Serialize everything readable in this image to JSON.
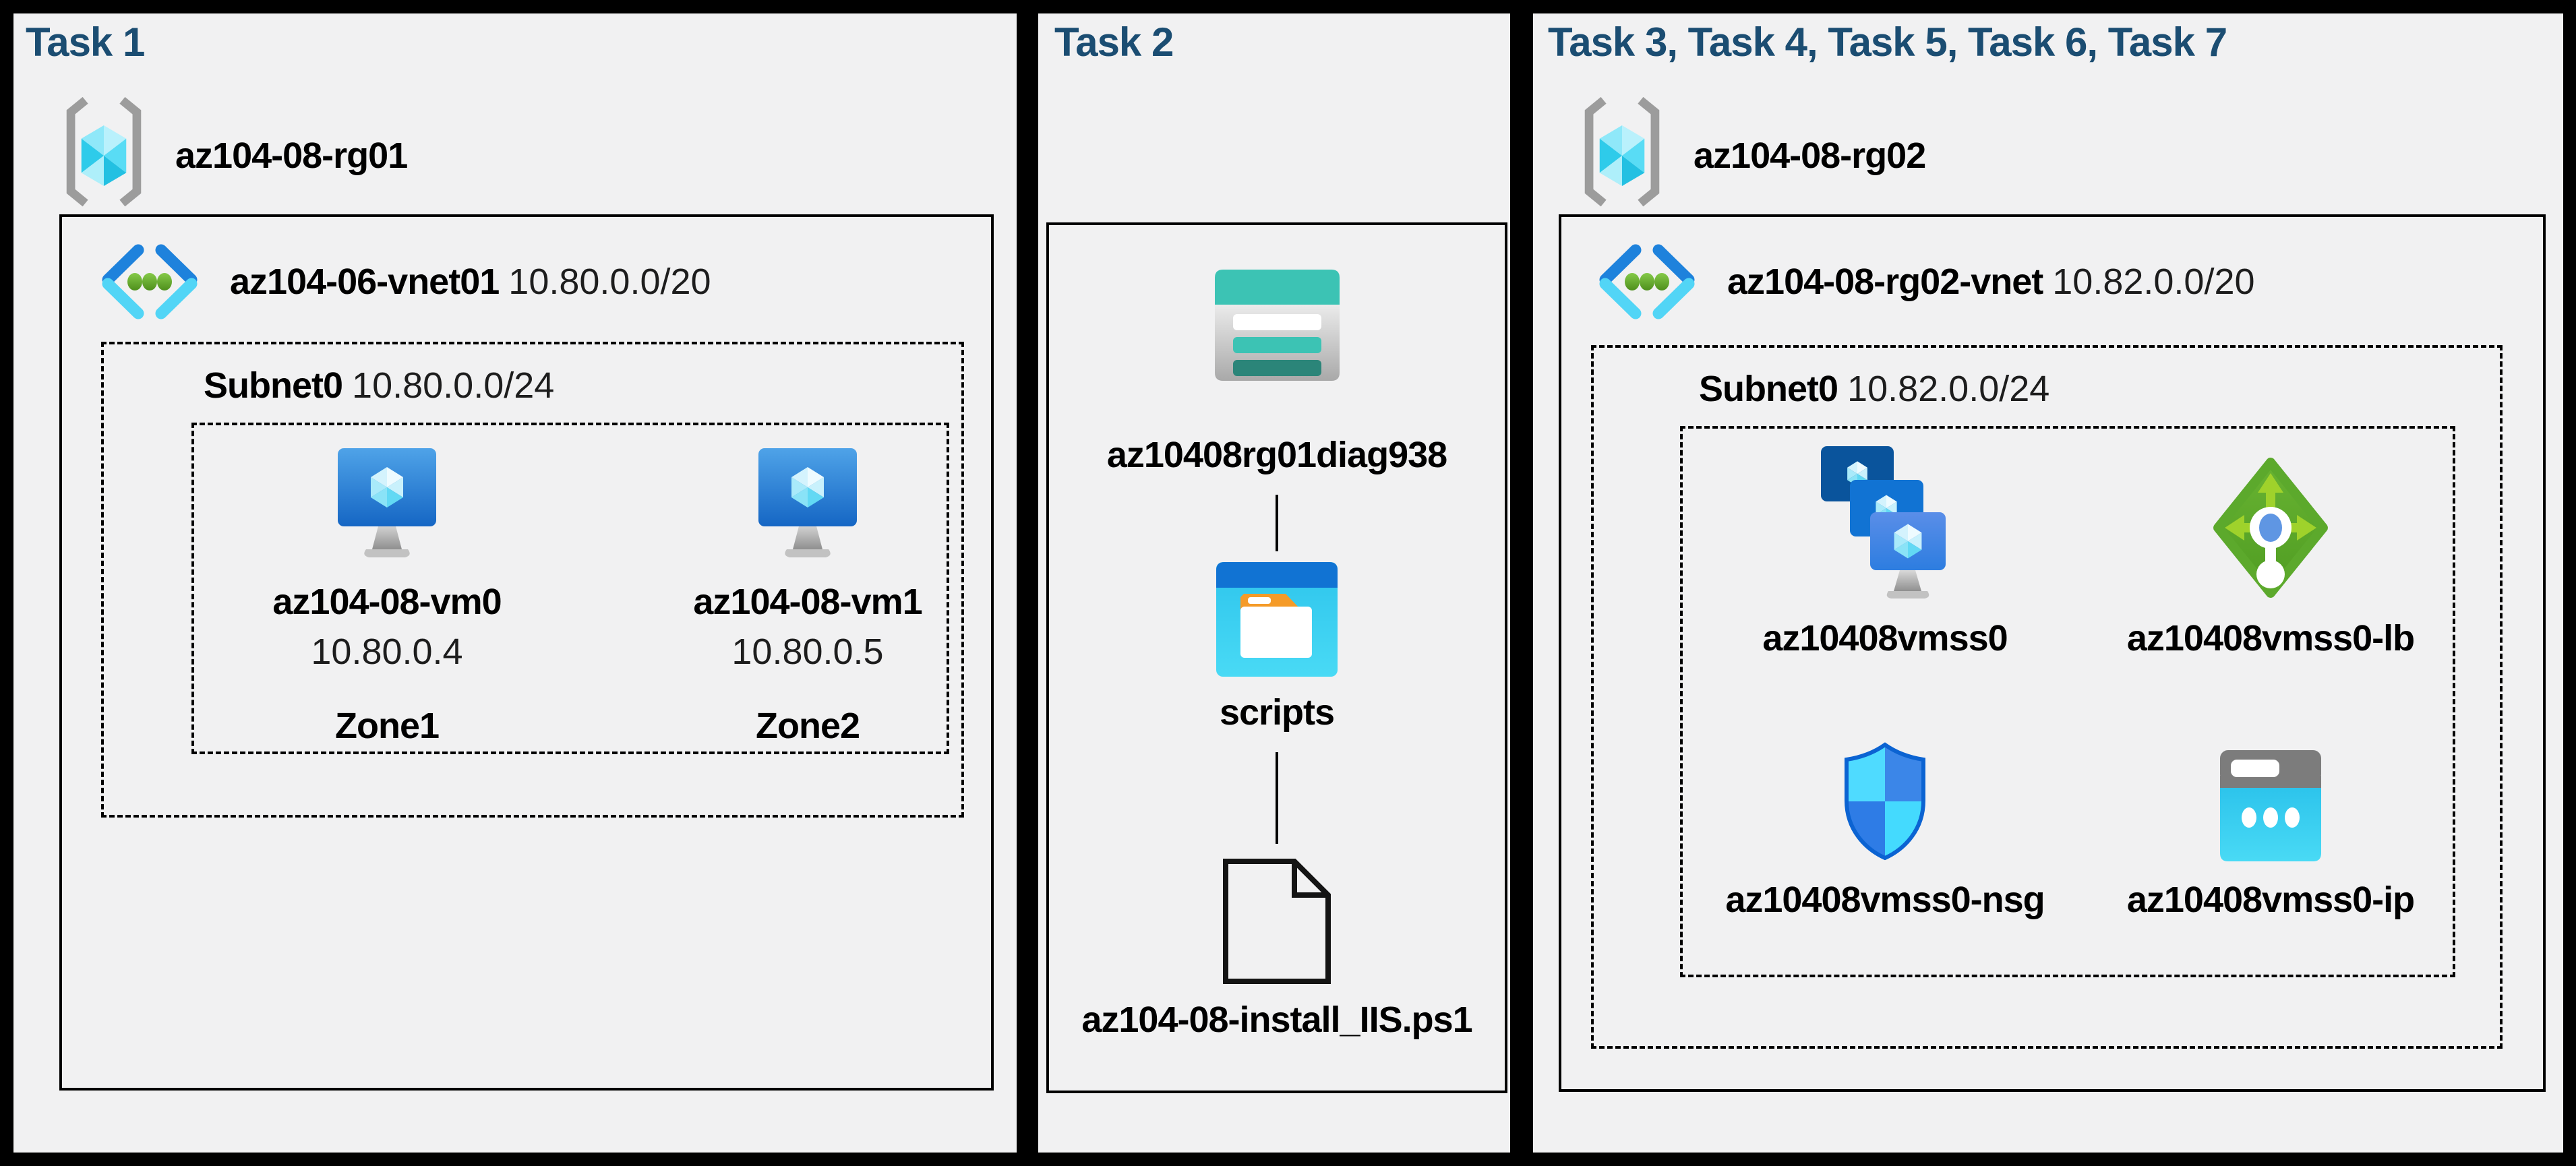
{
  "colors": {
    "background": "#000000",
    "panel_background": "#f1f1f2",
    "title_navy": "#1b4d72",
    "label_black": "#000000",
    "storage_teal": "#3cc3b4",
    "container_blue": "#1173d3",
    "lb_green": "#5ca92c",
    "vm_blue": "#1f72ce",
    "cyan_accent": "#44dafe"
  },
  "panels": {
    "task1": {
      "title": "Task 1",
      "resource_group": {
        "name": "az104-08-rg01"
      },
      "vnet": {
        "name": "az104-06-vnet01",
        "cidr": "10.80.0.0/20"
      },
      "subnet": {
        "name": "Subnet0",
        "cidr": "10.80.0.0/24"
      },
      "vms": [
        {
          "name": "az104-08-vm0",
          "ip": "10.80.0.4",
          "zone": "Zone1"
        },
        {
          "name": "az104-08-vm1",
          "ip": "10.80.0.5",
          "zone": "Zone2"
        }
      ]
    },
    "task2": {
      "title": "Task 2",
      "storage_account": {
        "name": "az10408rg01diag938"
      },
      "container": {
        "name": "scripts"
      },
      "file": {
        "name": "az104-08-install_IIS.ps1"
      }
    },
    "task3": {
      "title": "Task 3, Task 4, Task 5, Task 6, Task 7",
      "resource_group": {
        "name": "az104-08-rg02"
      },
      "vnet": {
        "name": "az104-08-rg02-vnet",
        "cidr": "10.82.0.0/20"
      },
      "subnet": {
        "name": "Subnet0",
        "cidr": "10.82.0.0/24"
      },
      "resources": [
        {
          "name": "az10408vmss0"
        },
        {
          "name": "az10408vmss0-lb"
        },
        {
          "name": "az10408vmss0-nsg"
        },
        {
          "name": "az10408vmss0-ip"
        }
      ]
    }
  }
}
